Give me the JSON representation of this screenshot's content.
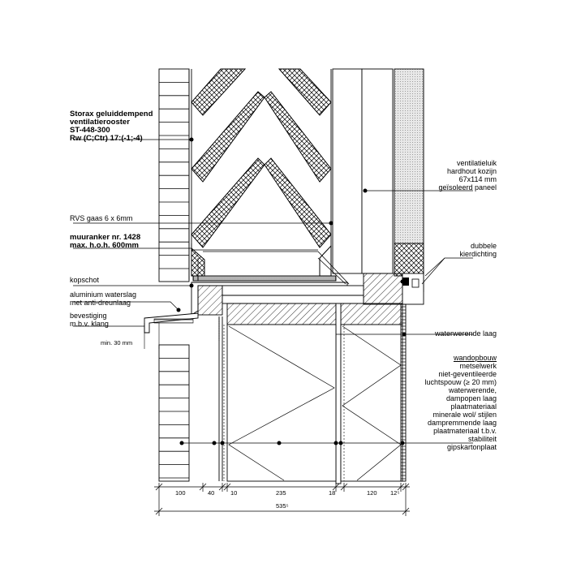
{
  "labels_left": {
    "storax_line1": "Storax geluiddempend",
    "storax_line2": "ventilatierooster",
    "storax_line3": "ST-448-300",
    "storax_line4": "Rw (C;Ctr) 17:(-1;-4)",
    "rvs": "RVS gaas 6 x 6mm",
    "muuranker_line1": "muuranker nr. 1428",
    "muuranker_line2": "max. h.o.h. 600mm",
    "kopschot": "kopschot",
    "waterslag_line1": "aluminium waterslag",
    "waterslag_line2": "met anti-dreunlaag",
    "bevestiging_line1": "bevestiging",
    "bevestiging_line2": "m.b.v. klang",
    "min30": "min. 30 mm"
  },
  "labels_right": {
    "luik_line1": "ventilatieluik",
    "luik_line2": "hardhout kozijn",
    "luik_line3": "67x114 mm",
    "luik_line4": "geïsoleerd paneel",
    "kier_line1": "dubbele",
    "kier_line2": "kierdichting",
    "waterwerend": "waterwerende laag",
    "wand_title": "wandopbouw",
    "wand_1": "metselwerk",
    "wand_2": "niet-geventileerde",
    "wand_3": "luchtspouw (≥ 20 mm)",
    "wand_4": "waterwerende,",
    "wand_5": "dampopen laag",
    "wand_6": "plaatmateriaal",
    "wand_7": "minerale wol/ stijlen",
    "wand_8": "dampremmende laag",
    "wand_9": "plaatmateriaal t.b.v.",
    "wand_10": "stabiliteit",
    "wand_11": "gipskartonplaat"
  },
  "dimensions": {
    "d100": "100",
    "d40": "40",
    "d10": "10",
    "d235": "235",
    "d18": "18",
    "d120": "120",
    "d12": "12⁵",
    "total": "535⁵"
  }
}
